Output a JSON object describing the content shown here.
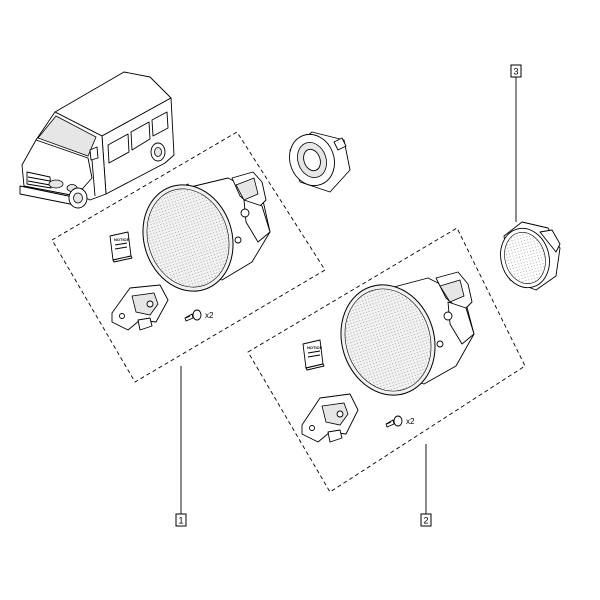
{
  "callouts": [
    {
      "id": "1",
      "label": "1"
    },
    {
      "id": "2",
      "label": "2"
    },
    {
      "id": "3",
      "label": "3"
    }
  ],
  "kit_1": {
    "quantity_label": "x2",
    "notice_label": "NOTICE"
  },
  "kit_2": {
    "quantity_label": "x2",
    "notice_label": "NOTICE"
  }
}
